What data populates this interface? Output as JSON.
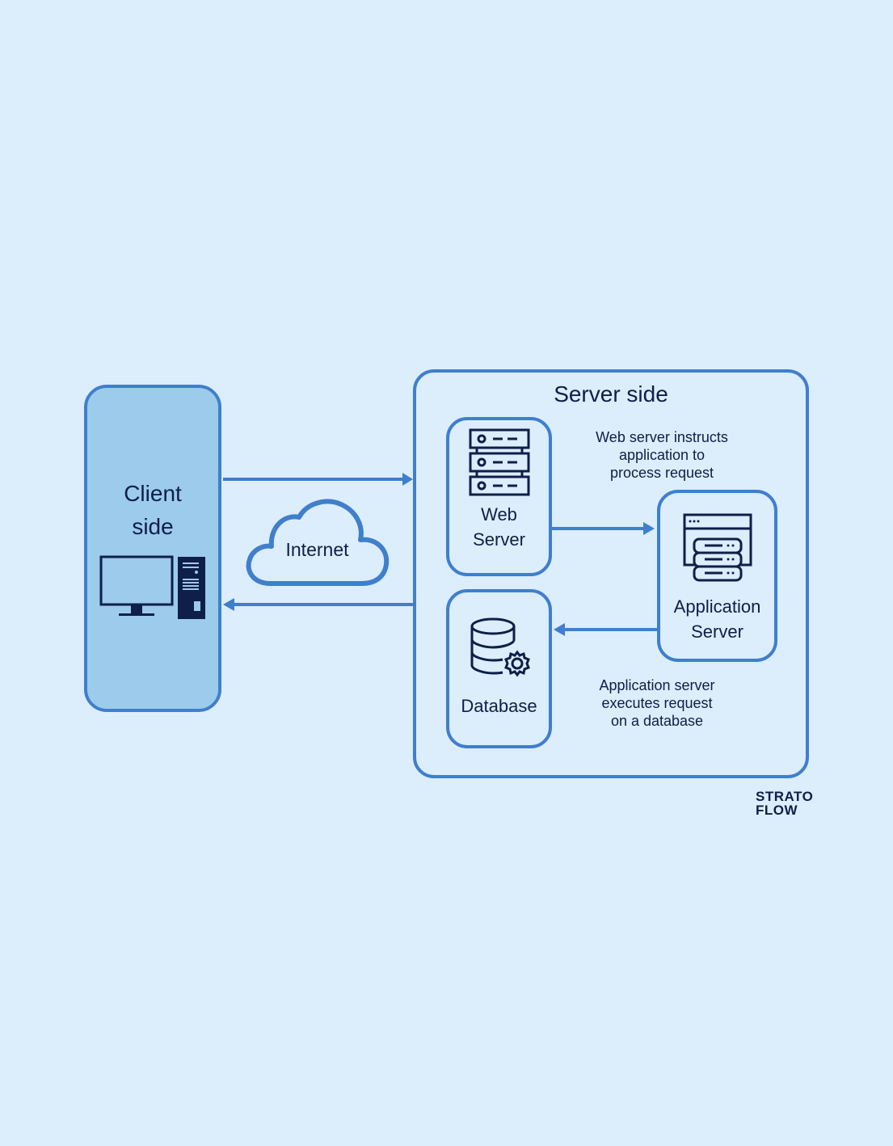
{
  "client": {
    "title_line1": "Client",
    "title_line2": "side",
    "icon": "desktop-computer-icon"
  },
  "network": {
    "label": "Internet",
    "icon": "cloud-icon"
  },
  "server": {
    "title": "Server side",
    "web_server": {
      "line1": "Web",
      "line2": "Server",
      "icon": "server-rack-icon"
    },
    "application_server": {
      "line1": "Application",
      "line2": "Server",
      "icon": "application-server-icon"
    },
    "database": {
      "label": "Database",
      "icon": "database-gear-icon"
    },
    "note_top": [
      "Web server instructs",
      "application to",
      "process request"
    ],
    "note_bottom": [
      "Application server",
      "executes request",
      "on a database"
    ]
  },
  "logo": {
    "line1": "STRATO",
    "line2": "FLOW"
  },
  "colors": {
    "background": "#dcedfc",
    "accent": "#3f7fcc",
    "client_fill": "#9ccbec",
    "text": "#0e1f48"
  }
}
